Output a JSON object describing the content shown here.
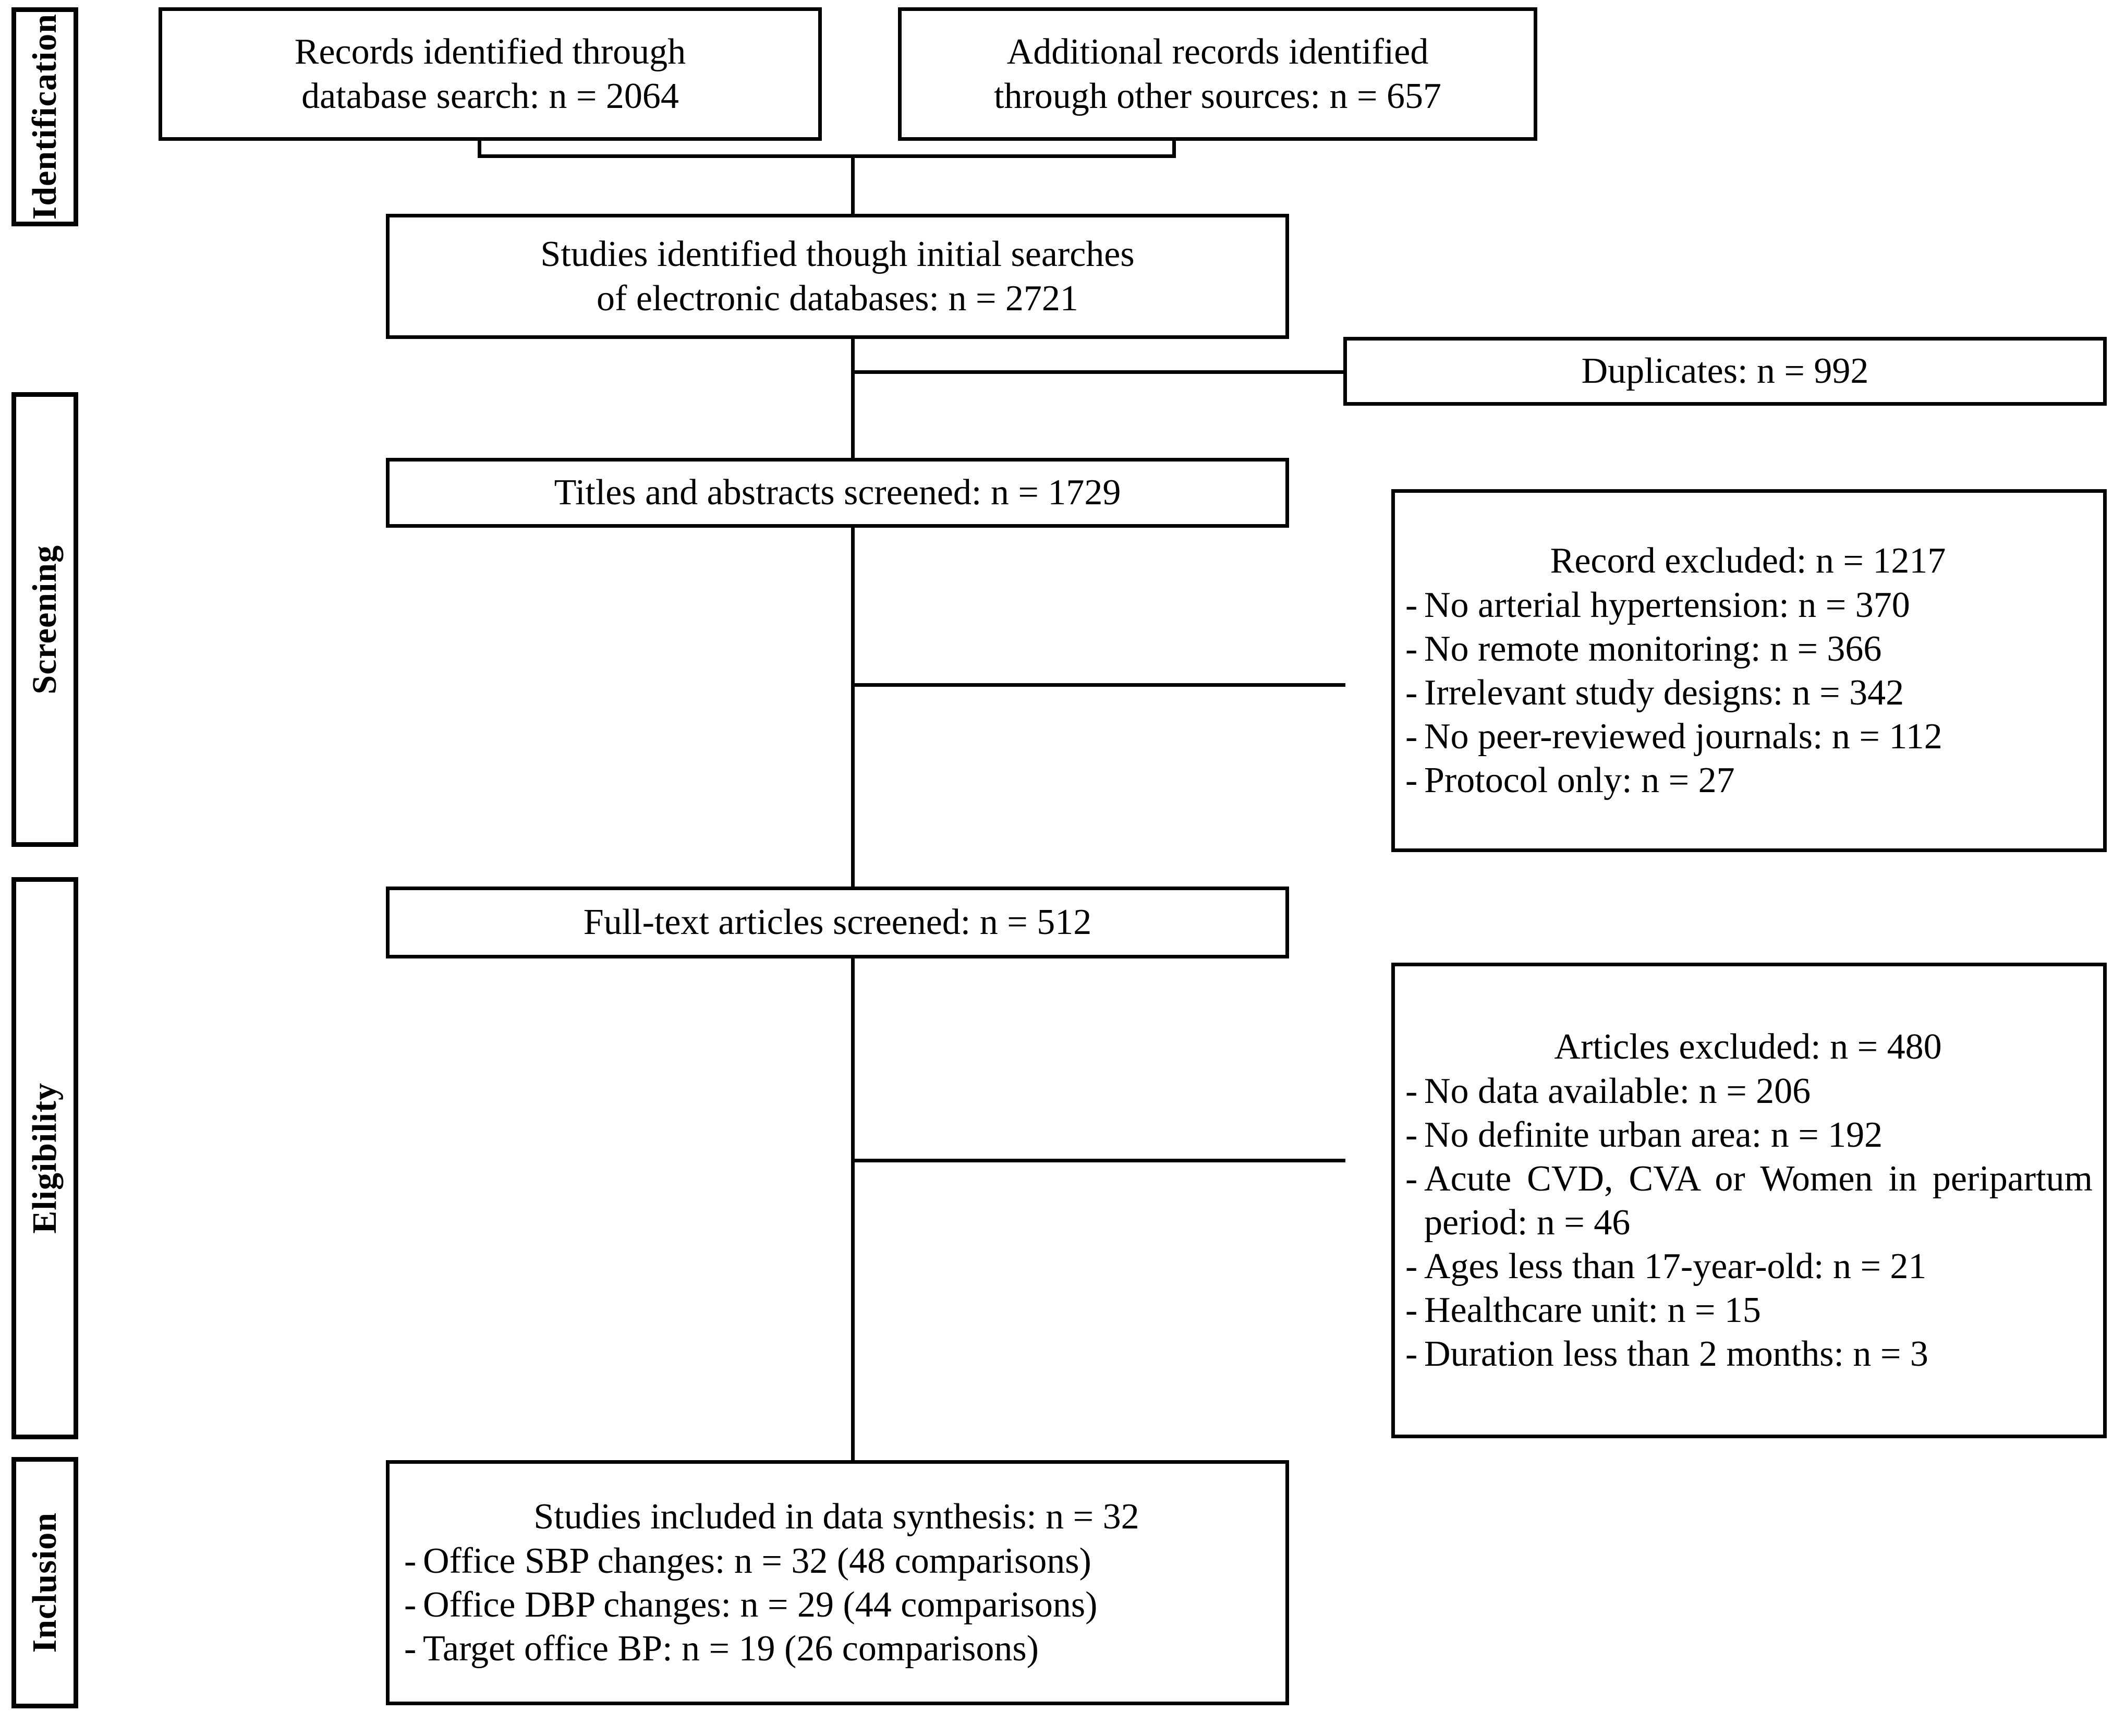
{
  "diagram": {
    "type": "prisma-flow-diagram",
    "stages": [
      {
        "id": "identification",
        "label": "Identification"
      },
      {
        "id": "screening",
        "label": "Screening"
      },
      {
        "id": "eligibility",
        "label": "Eligibility"
      },
      {
        "id": "inclusion",
        "label": "Inclusion"
      }
    ],
    "boxes": {
      "records_database": {
        "line1": "Records identified through",
        "line2": "database search: n = 2064"
      },
      "records_other": {
        "line1": "Additional records identified",
        "line2": "through other sources: n = 657"
      },
      "studies_initial": {
        "line1": "Studies identified though initial searches",
        "line2": "of electronic databases: n = 2721"
      },
      "duplicates": {
        "line1": "Duplicates:  n  =  992"
      },
      "titles_abstracts": {
        "line1": "Titles  and  abstracts  screened:  n  =  1729"
      },
      "records_excluded": {
        "title": "Record excluded: n = 1217",
        "items": [
          "No arterial hypertension: n = 370",
          "No remote monitoring: n = 366",
          "Irrelevant  study  designs: n = 342",
          "No peer-reviewed journals: n = 112",
          "Protocol only: n = 27"
        ]
      },
      "fulltext_screened": {
        "line1": "Full-text articles screened:  n  =  512"
      },
      "articles_excluded": {
        "title": "Articles excluded: n = 480",
        "items": [
          "No data available: n = 206",
          "No definite urban area: n = 192",
          "Acute CVD, CVA or Women in peripartum period: n = 46",
          "Ages less than 17-year-old: n = 21",
          "Healthcare unit: n = 15",
          "Duration less than 2 months: n = 3"
        ]
      },
      "included": {
        "title": "Studies included in data synthesis: n = 32",
        "items": [
          "Office SBP changes: n = 32 (48 comparisons)",
          "Office DBP changes: n = 29 (44 comparisons)",
          "Target office BP: n = 19 (26 comparisons)"
        ]
      }
    },
    "bullet_mark": "-",
    "colors": {
      "stroke": "#000000",
      "background": "#ffffff",
      "text": "#000000"
    }
  }
}
